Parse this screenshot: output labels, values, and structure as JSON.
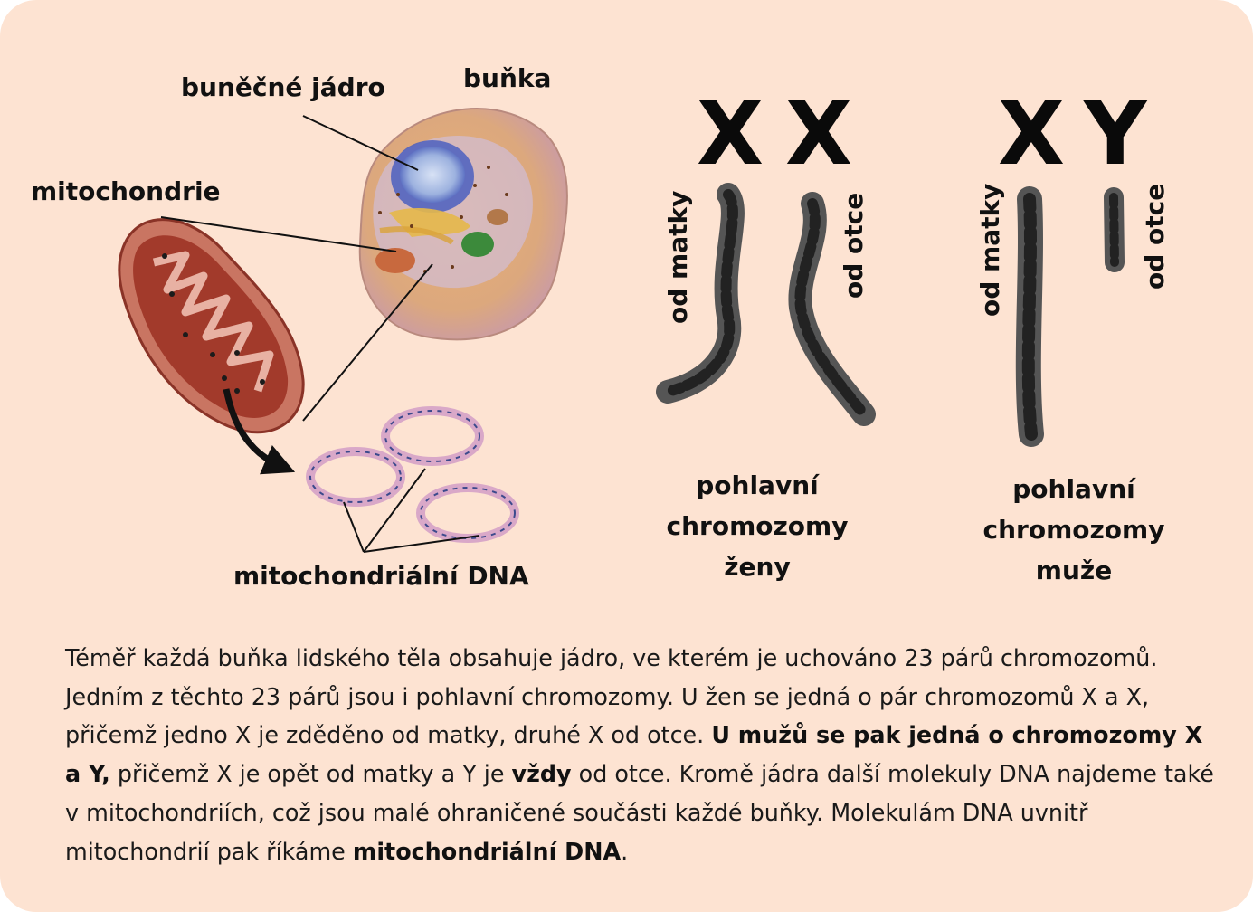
{
  "labels": {
    "nucleus": "buněčné jádro",
    "cell": "buňka",
    "mitochondria": "mitochondrie",
    "mtdna": "mitochondriální DNA"
  },
  "chromosomes": {
    "female": {
      "letters": [
        "X",
        "X"
      ],
      "from_mother": "od matky",
      "from_father": "od otce",
      "caption": [
        "pohlavní",
        "chromozomy",
        "ženy"
      ]
    },
    "male": {
      "letters": [
        "X",
        "Y"
      ],
      "from_mother": "od matky",
      "from_father": "od otce",
      "caption": [
        "pohlavní",
        "chromozomy",
        "muže"
      ]
    }
  },
  "paragraph": [
    {
      "text": "Téměř každá buňka lidského těla obsahuje jádro, ve kterém je uchováno 23 párů chromozomů. Jedním z těchto 23 párů jsou i pohlavní chromozomy. U žen se jedná o pár chromozomů X a X, přičemž jedno X je zděděno od matky, druhé X od otce. ",
      "bold": false
    },
    {
      "text": "U mužů se pak jedná o chromozomy X a Y,",
      "bold": true
    },
    {
      "text": " přičemž X je opět od matky a Y je ",
      "bold": false
    },
    {
      "text": "vždy",
      "bold": true
    },
    {
      "text": " od otce. Kromě jádra další molekuly DNA najdeme také v mitochondriích, což jsou malé ohraničené součásti každé buňky. Molekulám DNA uvnitř mitochondrií pak říkáme ",
      "bold": false
    },
    {
      "text": "mitochondriální DNA",
      "bold": true
    },
    {
      "text": ".",
      "bold": false
    }
  ],
  "colors": {
    "background": "#fde3d2",
    "text": "#111111",
    "mitochondrion_inner": "#a23a2b",
    "dna_ring": "#d9a8c8"
  }
}
